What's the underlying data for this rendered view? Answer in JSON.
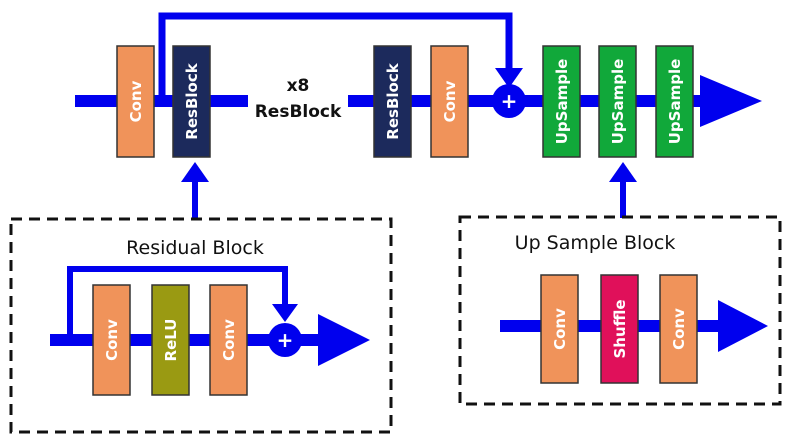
{
  "colors": {
    "flow": "#0000ee",
    "conv": "#f0935a",
    "resblock": "#1c2a5c",
    "upsample": "#11a83a",
    "relu": "#9a9a12",
    "shuffle": "#e0105a",
    "border": "#111111"
  },
  "main": {
    "conv1": "Conv",
    "resblock1": "ResBlock",
    "repeat_count": "x8",
    "repeat_name": "ResBlock",
    "resblock2": "ResBlock",
    "conv2": "Conv",
    "adder": "+",
    "upsample1": "UpSample",
    "upsample2": "UpSample",
    "upsample3": "UpSample"
  },
  "residual_block": {
    "title": "Residual Block",
    "conv1": "Conv",
    "relu": "ReLU",
    "conv2": "Conv",
    "adder": "+"
  },
  "upsample_block": {
    "title": "Up Sample Block",
    "conv1": "Conv",
    "shuffle": "Shuffle",
    "conv2": "Conv"
  }
}
